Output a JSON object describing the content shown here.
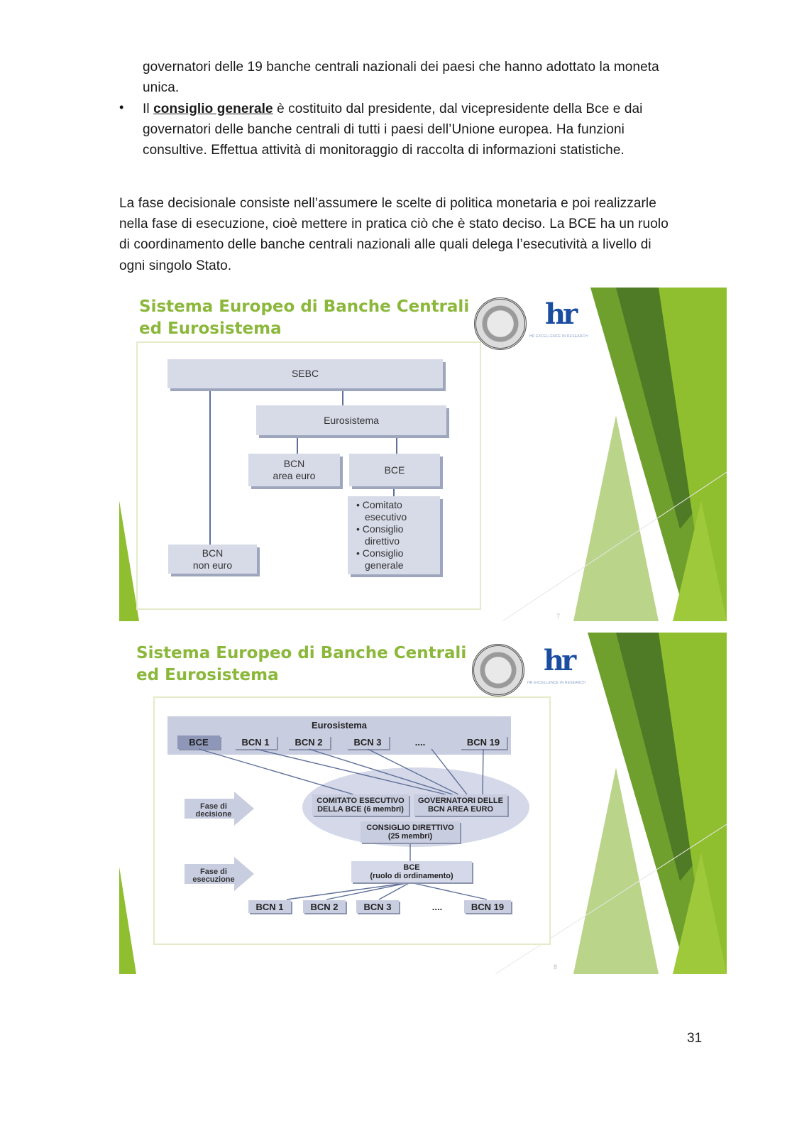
{
  "paragraphs": {
    "p1_line1": "governatori delle 19 banche centrali nazionali dei paesi che hanno adottato la moneta",
    "p1_line2": "unica.",
    "bullet_symbol": "•",
    "bullet_prefix": "Il ",
    "bullet_term": "consiglio generale",
    "bullet_line1_rest": " è costituito dal presidente, dal vicepresidente della Bce e dai",
    "bullet_line2": "governatori delle banche centrali di tutti i paesi dell’Unione europea. Ha funzioni",
    "bullet_line3": "consultive. Effettua attività di monitoraggio di raccolta di informazioni statistiche.",
    "p2_line1": "La fase decisionale consiste nell’assumere le scelte di politica monetaria e poi realizzarle",
    "p2_line2": "nella fase di esecuzione, cioè mettere in pratica ciò che è stato deciso. La BCE ha un ruolo",
    "p2_line3": "di coordinamento delle banche centrali nazionali alle quali delega l’esecutività a livello di",
    "p2_line4": "ogni singolo Stato."
  },
  "slide1": {
    "title_line1": "Sistema Europeo di Banche Centrali",
    "title_line2": "ed Eurosistema",
    "hr_logo": "hr",
    "hr_sub": "HR EXCELLENCE IN RESEARCH",
    "number": "7",
    "boxes": {
      "sebc": "SEBC",
      "eurosistema": "Eurosistema",
      "bcn_area_euro_1": "BCN",
      "bcn_area_euro_2": "area euro",
      "bce": "BCE",
      "bcn_non_euro_1": "BCN",
      "bcn_non_euro_2": "non euro",
      "organs": [
        "• Comitato",
        "esecutivo",
        "• Consiglio",
        "direttivo",
        "• Consiglio",
        "generale"
      ]
    }
  },
  "slide2": {
    "title_line1": "Sistema Europeo di Banche Centrali",
    "title_line2": "ed Eurosistema",
    "hr_logo": "hr",
    "hr_sub": "HR EXCELLENCE IN RESEARCH",
    "number": "8",
    "eurosistema": "Eurosistema",
    "top_row": [
      "BCE",
      "BCN 1",
      "BCN 2",
      "BCN 3",
      "....",
      "BCN 19"
    ],
    "comitato_1": "COMITATO ESECUTIVO",
    "comitato_2": "DELLA BCE (6 membri)",
    "governatori_1": "GOVERNATORI DELLE",
    "governatori_2": "BCN AREA EURO",
    "consiglio_1": "CONSIGLIO DIRETTIVO",
    "consiglio_2": "(25 membri)",
    "bce_1": "BCE",
    "bce_2": "(ruolo di ordinamento)",
    "fase_decisione_1": "Fase di",
    "fase_decisione_2": "decisione",
    "fase_esecuzione_1": "Fase di",
    "fase_esecuzione_2": "esecuzione",
    "bottom_row": [
      "BCN 1",
      "BCN 2",
      "BCN 3",
      "....",
      "BCN 19"
    ]
  },
  "page_number": "31",
  "colors": {
    "title_green": "#8bb83a",
    "box_blue": "#d7dbe8",
    "dark_green": "#4f7a26",
    "light_green": "#8fbf2f"
  }
}
